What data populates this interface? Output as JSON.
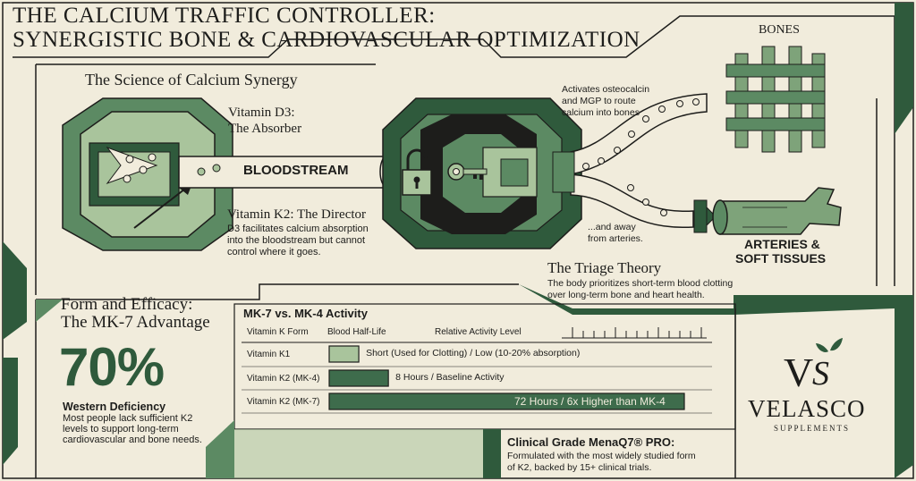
{
  "title": {
    "line1": "THE CALCIUM TRAFFIC CONTROLLER:",
    "line2": "SYNERGISTIC BONE & CARDIOVASCULAR OPTIMIZATION"
  },
  "science": {
    "heading": "The Science of Calcium Synergy",
    "d3_line1": "Vitamin D3:",
    "d3_line2": "The Absorber",
    "bloodstream": "BLOODSTREAM",
    "k2_title": "Vitamin K2: The Director",
    "k2_line1": "D3 facilitates calcium absorption",
    "k2_line2": "into the bloodstream but cannot",
    "k2_line3": "control where it goes.",
    "activates_line1": "Activates osteocalcin",
    "activates_line2": "and MGP to route",
    "activates_line3": "calcium into bones",
    "bones": "BONES",
    "away_line1": "...and away",
    "away_line2": "from arteries.",
    "arteries_line1": "ARTERIES &",
    "arteries_line2": "SOFT TISSUES",
    "triage_title": "The Triage Theory",
    "triage_line1": "The body prioritizes short-term blood clotting",
    "triage_line2": "over long-term bone and heart health."
  },
  "efficacy": {
    "heading_line1": "Form and Efficacy:",
    "heading_line2": "The MK-7 Advantage",
    "stat": "70%",
    "stat_label": "Western Deficiency",
    "stat_line1": "Most people lack sufficient K2",
    "stat_line2": "levels to support long-term",
    "stat_line3": "cardiovascular and bone needs."
  },
  "chart_data": {
    "type": "bar",
    "title": "MK-7 vs. MK-4 Activity",
    "columns": [
      "Vitamin K Form",
      "Blood Half-Life",
      "Relative Activity Level"
    ],
    "categories": [
      "Vitamin K1",
      "Vitamin K2 (MK-4)",
      "Vitamin K2 (MK-7)"
    ],
    "values": [
      1,
      2,
      12
    ],
    "value_unit": "relative activity (MK-4 = 2 units; MK-7 = 6x MK-4)",
    "labels": [
      "Short (Used for Clotting) / Low (10-20% absorption)",
      "8 Hours / Baseline Activity",
      "72 Hours / 6x Higher than MK-4"
    ],
    "ylim": [
      0,
      12
    ]
  },
  "clinical": {
    "title": "Clinical Grade MenaQ7® PRO:",
    "line1": "Formulated with the most widely studied form",
    "line2": "of K2, backed by 15+ clinical trials."
  },
  "brand": {
    "monogram_v": "V",
    "monogram_s": "S",
    "name": "VELASCO",
    "sub": "SUPPLEMENTS"
  },
  "colors": {
    "background": "#f1ecdc",
    "dark_green": "#2f5a3c",
    "mid_green": "#5c8a63",
    "light_green": "#a9c49c",
    "ink": "#1d1d1b"
  }
}
